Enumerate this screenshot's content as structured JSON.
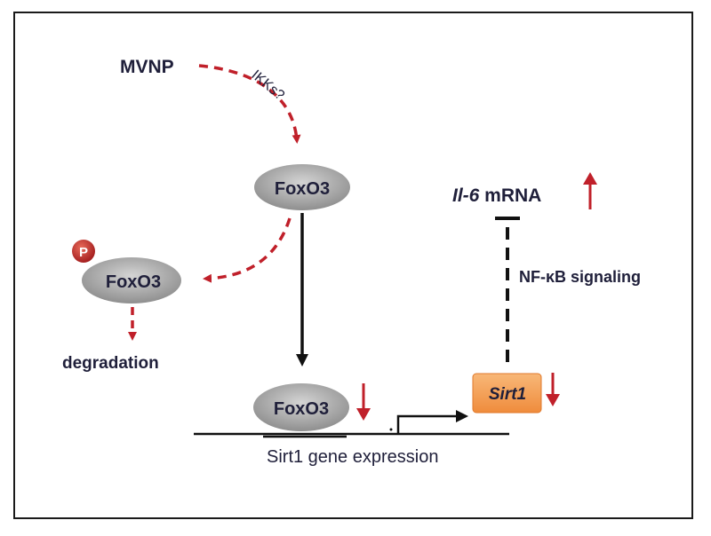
{
  "nodes": {
    "mvnp": "MVNP",
    "ikks": "IKKs?",
    "foxo3_top": "FoxO3",
    "foxo3_phos": "FoxO3",
    "phospho_badge": "P",
    "degradation": "degradation",
    "foxo3_bottom": "FoxO3",
    "sirt1": "Sirt1",
    "il6_italic": "Il-6",
    "il6_suffix": " mRNA",
    "nfkb": "NF-κB signaling",
    "gene_expression": "Sirt1 gene expression"
  },
  "colors": {
    "dashed_red": "#c0202a",
    "arrow_up_down": "#c0202a",
    "sirt1_fill": "#f5a25a",
    "node_fill": "#a9a9a9",
    "badge": "#c0392b"
  }
}
